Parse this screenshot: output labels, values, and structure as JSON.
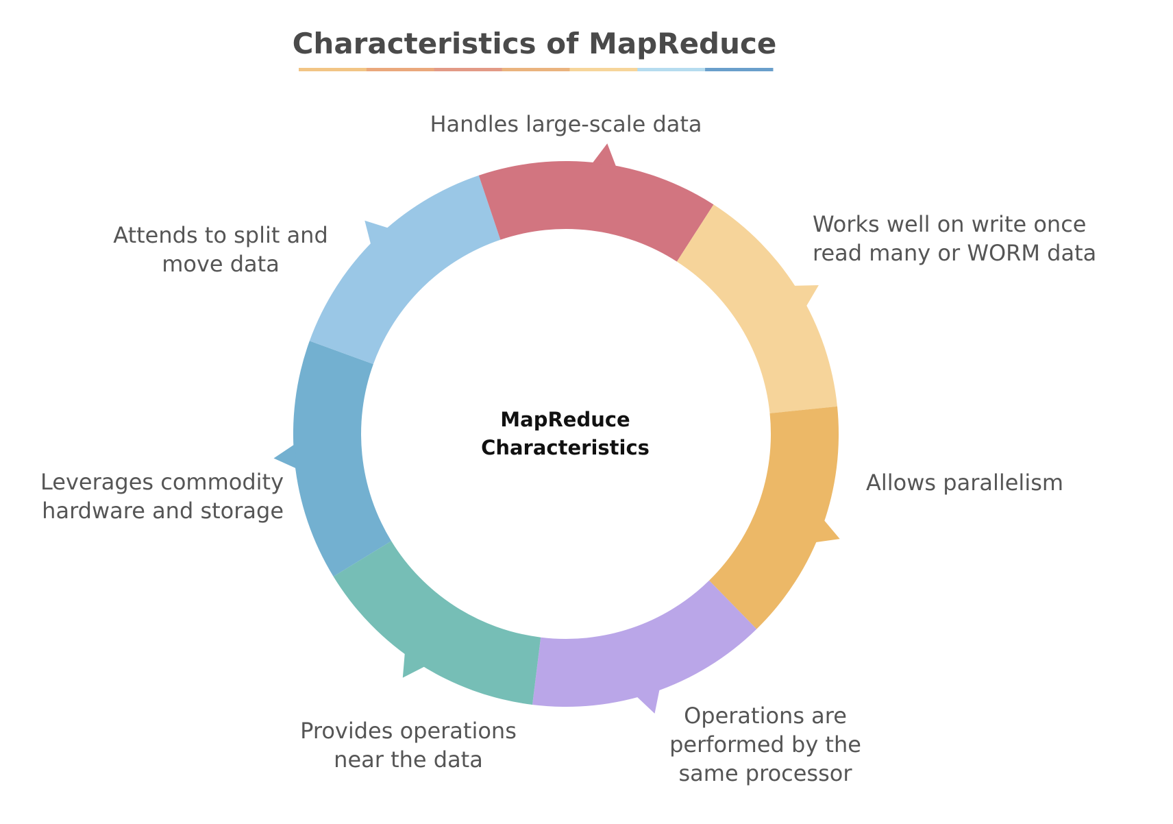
{
  "title": "Characteristics of MapReduce",
  "title_underline_colors": [
    "#f2c585",
    "#eaa87c",
    "#e29a86",
    "#eab37e",
    "#f6d59a",
    "#b5dcef",
    "#6a9fcb"
  ],
  "center": {
    "lines": [
      "MapReduce",
      "Characteristics"
    ]
  },
  "segments": [
    {
      "label_lines": [
        "Handles large-scale data"
      ],
      "color": "#73b0d0"
    },
    {
      "label_lines": [
        "Works well on write once",
        "read many or WORM data"
      ],
      "color": "#9ac7e6"
    },
    {
      "label_lines": [
        "Allows parallelism"
      ],
      "color": "#d27580"
    },
    {
      "label_lines": [
        "Operations are",
        "performed by the",
        "same processor"
      ],
      "color": "#f6d49a"
    },
    {
      "label_lines": [
        "Provides operations",
        "near the data"
      ],
      "color": "#ecb867"
    },
    {
      "label_lines": [
        "Leverages commodity",
        "hardware and storage"
      ],
      "color": "#baa6e8"
    },
    {
      "label_lines": [
        "Attends to split and",
        "move data"
      ],
      "color": "#76beb6"
    }
  ]
}
